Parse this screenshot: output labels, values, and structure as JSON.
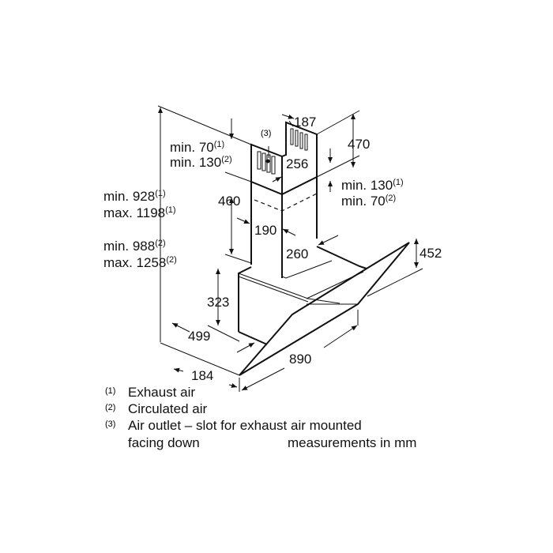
{
  "title": "Cooker hood dimension drawing",
  "dimensions": {
    "d187": "187",
    "d470": "470",
    "d256": "256",
    "d460": "460",
    "d190": "190",
    "d260": "260",
    "d452": "452",
    "d323": "323",
    "d499": "499",
    "d890": "890",
    "d184": "184",
    "note3": "(3)"
  },
  "clearances": {
    "top_left_1": {
      "text": "min. 70",
      "sup": "(1)"
    },
    "top_left_2": {
      "text": "min. 130",
      "sup": "(2)"
    },
    "right_1": {
      "text": "min. 130",
      "sup": "(1)"
    },
    "right_2": {
      "text": "min. 70",
      "sup": "(2)"
    },
    "height_exhaust_min": {
      "text": "min. 928",
      "sup": "(1)"
    },
    "height_exhaust_max": {
      "text": "max. 1198",
      "sup": "(1)"
    },
    "height_circ_min": {
      "text": "min. 988",
      "sup": "(2)"
    },
    "height_circ_max": {
      "text": "max. 1258",
      "sup": "(2)"
    }
  },
  "legend": [
    {
      "key": "(1)",
      "text": "Exhaust air"
    },
    {
      "key": "(2)",
      "text": "Circulated air"
    },
    {
      "key": "(3)",
      "text": "Air outlet – slot for exhaust air mounted"
    }
  ],
  "legend_continuation": "facing down",
  "units_note": "measurements in mm"
}
